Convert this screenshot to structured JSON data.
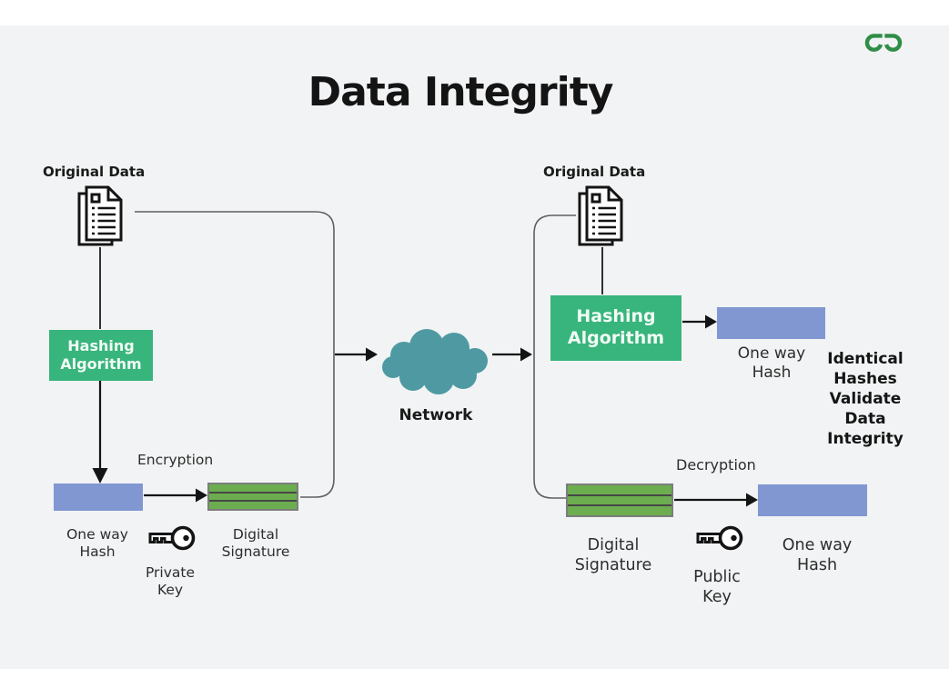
{
  "page": {
    "title": "Data Integrity"
  },
  "brand": {
    "logo": "geeksforgeeks-logo",
    "logo_color": "#2f8d46"
  },
  "colors": {
    "background": "#f1f3f4",
    "box_green": "#38b57c",
    "signature_green": "#6bad4f",
    "hash_blue": "#8097d2",
    "cloud_teal": "#4f9aa2",
    "line_gray": "#5f5f5f",
    "arrow_black": "#141414"
  },
  "sender": {
    "original_data_label": "Original Data",
    "document_icon": "document-icon",
    "hashing_algorithm_label": "Hashing Algorithm",
    "one_way_hash_label": "One way Hash",
    "encryption_label": "Encryption",
    "digital_signature_label": "Digital Signature",
    "key_icon": "key-icon",
    "private_key_label": "Private Key"
  },
  "network": {
    "label": "Network",
    "cloud_icon": "cloud-icon"
  },
  "receiver": {
    "original_data_label": "Original Data",
    "document_icon": "document-icon",
    "hashing_algorithm_label": "Hashing Algorithm",
    "one_way_hash_top_label": "One way Hash",
    "identical_note": "Identical Hashes Validate Data Integrity",
    "decryption_label": "Decryption",
    "digital_signature_label": "Digital Signature",
    "key_icon": "key-icon",
    "public_key_label": "Public Key",
    "one_way_hash_bottom_label": "One way Hash"
  }
}
